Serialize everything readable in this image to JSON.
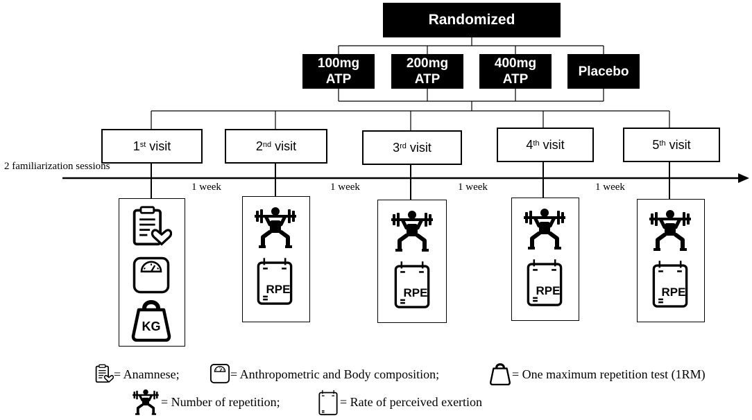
{
  "randomized": "Randomized",
  "groups": [
    {
      "line1": "100mg",
      "line2": "ATP"
    },
    {
      "line1": "200mg",
      "line2": "ATP"
    },
    {
      "line1": "400mg",
      "line2": "ATP"
    },
    {
      "line1": "Placebo",
      "line2": ""
    }
  ],
  "visits": [
    {
      "num": "1",
      "sup": "st",
      "word": "visit"
    },
    {
      "num": "2",
      "sup": "nd",
      "word": "visit"
    },
    {
      "num": "3",
      "sup": "rd",
      "word": "visit"
    },
    {
      "num": "4",
      "sup": "th",
      "word": "visit"
    },
    {
      "num": "5",
      "sup": "th",
      "word": "visit"
    }
  ],
  "timeline_label": "2 familiarization  sessions",
  "week_label": "1 week",
  "icons": {
    "clipboard": "clipboard-heart-icon",
    "scale": "body-scale-icon",
    "weight": "kettlebell-kg-icon",
    "lifter": "squat-lifter-icon",
    "rpe": "rpe-board-icon"
  },
  "kg_text": "KG",
  "rpe_text": "RPE",
  "legend": {
    "anamnese": "= Anamnese;",
    "anthropometric": "= Anthropometric and Body composition;",
    "onerm": "= One maximum repetition test (1RM)",
    "repetition": "= Number of repetition;",
    "rpe": "= Rate of perceived exertion"
  }
}
